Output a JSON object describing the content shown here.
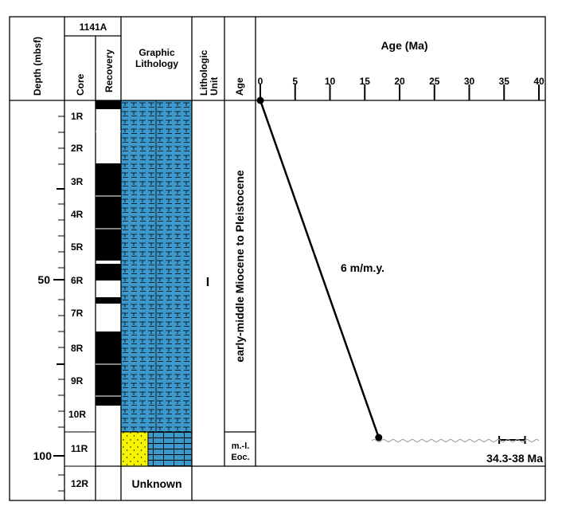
{
  "header": {
    "hole": "1141A",
    "depth_label": "Depth (mbsf)",
    "core_label": "Core",
    "recovery_label": "Recovery",
    "lithology_label_1": "Graphic",
    "lithology_label_2": "Lithology",
    "unit_label_1": "Lithologic",
    "unit_label_2": "Unit",
    "age_label": "Age",
    "age_plot_title": "Age (Ma)"
  },
  "depth_axis": {
    "tick_labels": [
      "50",
      "100"
    ]
  },
  "cores": [
    "1R",
    "2R",
    "3R",
    "4R",
    "5R",
    "6R",
    "7R",
    "8R",
    "9R",
    "10R",
    "11R",
    "12R"
  ],
  "lithologic_unit": "I",
  "age_units": {
    "upper": "early-middle Miocene to Pleistocene",
    "lower_1": "m.-l.",
    "lower_2": "Eoc."
  },
  "unknown_label": "Unknown",
  "chart_data": {
    "type": "line",
    "title": "Age (Ma)",
    "x_ticks": [
      "0",
      "5",
      "10",
      "15",
      "20",
      "25",
      "30",
      "35",
      "40"
    ],
    "xlim": [
      0,
      40
    ],
    "series": [
      {
        "points": [
          {
            "age_ma": 0,
            "depth_mbsf": 0
          },
          {
            "age_ma": 17,
            "depth_mbsf": 94
          }
        ]
      }
    ],
    "rate_label": "6 m/m.y.",
    "hiatus_label": "34.3-38 Ma",
    "hiatus_range_ma": [
      34.3,
      38
    ]
  },
  "colors": {
    "lithology_fill": "#3d98cc",
    "sand_fill": "#f6f400",
    "recovery_fill": "#000000"
  }
}
